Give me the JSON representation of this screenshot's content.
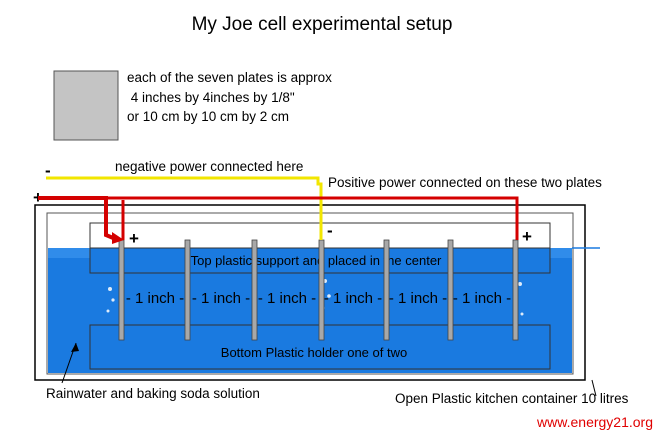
{
  "title": "My Joe cell experimental setup",
  "plate_note": {
    "line1": "each of the seven plates is approx",
    "line2": " 4 inches by 4inches by 1/8\"",
    "line3": "or 10 cm by 10 cm by 2 cm"
  },
  "labels": {
    "negative_power": "negative power connected here",
    "positive_power": "Positive power connected on these two plates",
    "top_support": "Top plastic support  and placed  in the center",
    "bottom_holder": "Bottom Plastic holder one of two",
    "solution": "Rainwater and baking soda solution",
    "container": "Open Plastic kitchen container 10 litres",
    "website": "www.energy21.org"
  },
  "signs": {
    "neg_lead": "-",
    "pos_lead": "+",
    "plate_pos_left": "+",
    "plate_neg_center": "-",
    "plate_pos_right": "+"
  },
  "spacing_labels": [
    "- 1 inch -",
    "- 1 inch -",
    "- 1 inch -",
    "- 1 inch -",
    "- 1 inch -",
    "- 1 inch -"
  ],
  "plate_count": 7,
  "colors": {
    "water": "#1a7ae0",
    "water_light": "#3f97f0",
    "plate": "#a8a8a8",
    "plate_sample": "#c4c4c4",
    "positive_wire": "#d40000",
    "negative_wire": "#f2e600",
    "url": "#e00000"
  }
}
